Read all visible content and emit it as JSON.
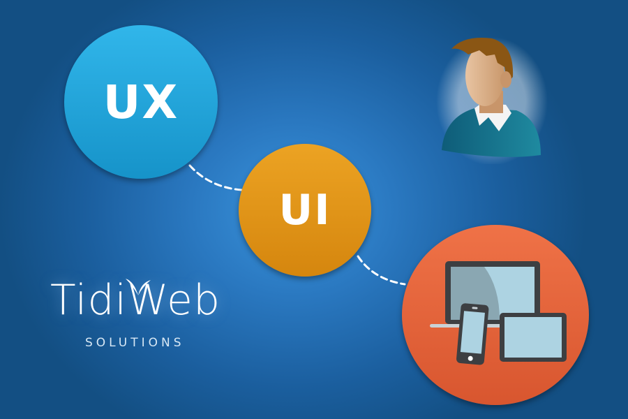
{
  "colors": {
    "background_dark": "#134f83",
    "background_light": "#3a93dc",
    "ux_circle": "#1fa3d8",
    "ui_circle": "#e29718",
    "devices_circle": "#e5643b",
    "device_screen": "#add3e2",
    "device_frame": "#3d3f42"
  },
  "nodes": {
    "ux": {
      "label": "UX"
    },
    "ui": {
      "label": "UI"
    },
    "devices": {
      "icon": "responsive-devices-icon"
    },
    "user": {
      "icon": "user-avatar-icon"
    }
  },
  "logo": {
    "name": "TidiWeb",
    "subtitle": "SOLUTIONS"
  }
}
